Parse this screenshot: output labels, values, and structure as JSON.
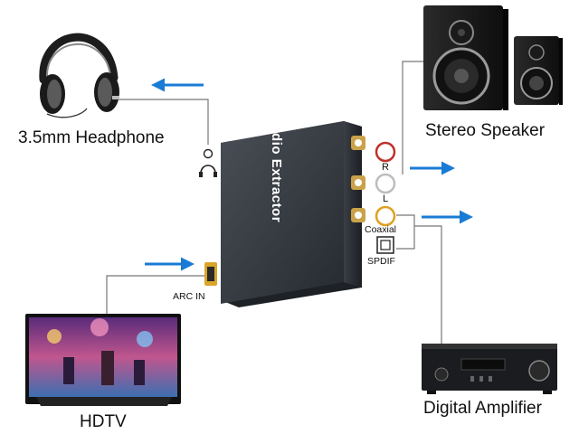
{
  "labels": {
    "headphone": "3.5mm Headphone",
    "speaker": "Stereo Speaker",
    "hdtv": "HDTV",
    "amplifier": "Digital Amplifier",
    "device": "ARC Audio Extractor",
    "arc_in": "ARC IN",
    "coaxial": "Coaxial",
    "spdif": "SPDIF",
    "right": "R",
    "left": "L"
  },
  "colors": {
    "arrow": "#1a7bd4",
    "device_body": "#2e3238",
    "rca_right": "#c0302a",
    "rca_left": "#d8d8d8",
    "rca_coaxial": "#e0a020",
    "cable": "#777777"
  },
  "icons": [
    "headphone-icon",
    "speaker-icon",
    "tv-icon",
    "amplifier-icon",
    "headphone-jack-icon"
  ]
}
